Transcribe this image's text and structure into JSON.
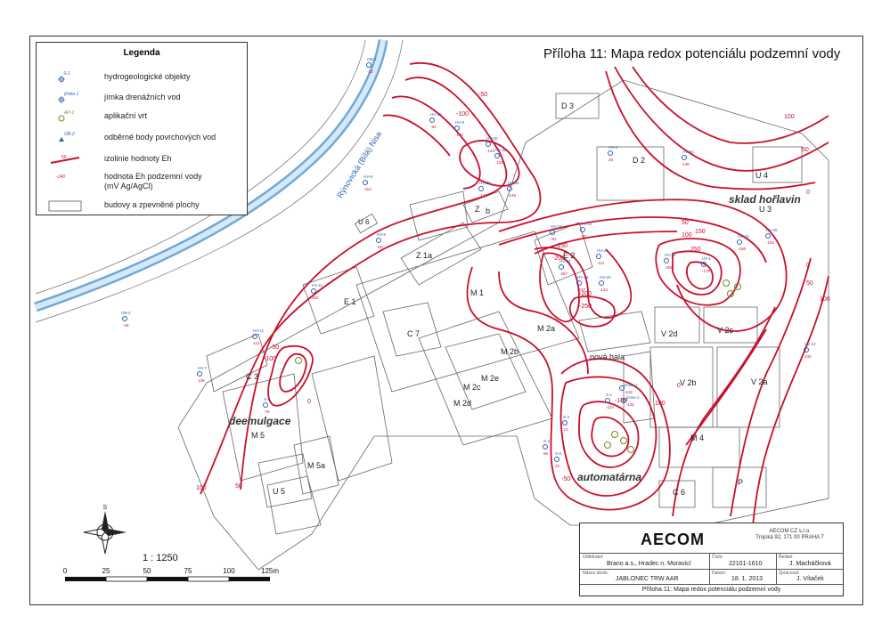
{
  "title": "Příloha 11: Mapa redox potenciálu podzemní vody",
  "legend": {
    "heading": "Legenda",
    "items": [
      {
        "symbol_label": "S-1",
        "text": "hydrogeologické objekty"
      },
      {
        "symbol_label": "jímka 1",
        "text": "jímka drenážních vod"
      },
      {
        "symbol_label": "AP-1",
        "text": "aplikační vrt"
      },
      {
        "symbol_label": "OB-2",
        "text": "odběrné body povrchových vod"
      },
      {
        "symbol_label": "50",
        "text": "izolinie hodnoty Eh"
      },
      {
        "symbol_label": "-140",
        "text": "hodnota Eh podzemní vody",
        "text2": "(mV Ag/AgCl)"
      },
      {
        "symbol_label": "",
        "text": "budovy a zpevněné plochy"
      }
    ]
  },
  "river_label": "Rýnovická (Bílá) Nisa",
  "buildings": [
    "D 3",
    "D 2",
    "U 4",
    "U 6",
    "Z 1a",
    "Z",
    "b",
    "E 2",
    "M 1",
    "E 1",
    "C 7",
    "M 2a",
    "V 2d",
    "V 2c",
    "M 2b",
    "M 2e",
    "M 2c",
    "M 2d",
    "nová hala",
    "V 2b",
    "V 2a",
    "C 3",
    "M 4",
    "M 5",
    "M 5a",
    "U 5",
    "C 6",
    "P",
    "U 3"
  ],
  "area_labels": [
    "sklad hořlavin",
    "deemulgace",
    "automatárna"
  ],
  "isolines": [
    "-50",
    "-100",
    "100",
    "50",
    "0",
    "50",
    "100",
    "150",
    "-150",
    "-200",
    "250",
    "-200",
    "-250",
    "0",
    "-50",
    "-100",
    "50",
    "100",
    "-50",
    "100",
    "0",
    "-100",
    "100",
    "50",
    "0"
  ],
  "wells": [
    {
      "name": "OB-1",
      "value": "-12"
    },
    {
      "name": "HV-10",
      "value": "-93"
    },
    {
      "name": "HV-9",
      "value": "-107"
    },
    {
      "name": "HV-30",
      "value": "-143"
    },
    {
      "name": "HV-32",
      "value": "-115"
    },
    {
      "name": "HV-8",
      "value": "-110"
    },
    {
      "name": "HV-29",
      "value": "-134"
    },
    {
      "name": "HV-26",
      "value": "-146"
    },
    {
      "name": "HV-4",
      "value": "25"
    },
    {
      "name": "HV-5C",
      "value": "139"
    },
    {
      "name": "HV-6",
      "value": "157"
    },
    {
      "name": "HV-11",
      "value": "102"
    },
    {
      "name": "OB-2",
      "value": "-16"
    },
    {
      "name": "HV-11",
      "value": "121"
    },
    {
      "name": "HV-7",
      "value": "139"
    },
    {
      "name": "HV-18",
      "value": "-91"
    },
    {
      "name": "HV-22",
      "value": "-92"
    },
    {
      "name": "HV-21",
      "value": "-111"
    },
    {
      "name": "HV-23",
      "value": "-267"
    },
    {
      "name": "HV-20",
      "value": "-134"
    },
    {
      "name": "HV-28",
      "value": "-237"
    },
    {
      "name": "HV-24",
      "value": "-186"
    },
    {
      "name": "HV-25",
      "value": "-152"
    },
    {
      "name": "HV-16",
      "value": "-208"
    },
    {
      "name": "HV-1",
      "value": "-179"
    },
    {
      "name": "HV-12",
      "value": "100"
    },
    {
      "name": "S-1",
      "value": "-124"
    },
    {
      "name": "S-3",
      "value": "13"
    },
    {
      "name": "S-4",
      "value": "86"
    },
    {
      "name": "S-5",
      "value": "22"
    },
    {
      "name": "jímka 1",
      "value": "-122"
    },
    {
      "name": "jímka 2",
      "value": "-131"
    },
    {
      "name": "S-2",
      "value": "-75"
    }
  ],
  "scale": {
    "text": "1 : 1250",
    "ticks": [
      "0",
      "25",
      "50",
      "75",
      "100",
      "125m"
    ]
  },
  "titleblock": {
    "logo": "AECOM",
    "company": "AECOM CZ s.r.o.",
    "address": "Trojská 92, 171 00  PRAHA 7",
    "objednatel_lbl": "Odběratel:",
    "objednatel": "Brano a.s., Hradec n. Moravicí",
    "cislo_lbl": "Číslo:",
    "cislo": "22101-1610",
    "resitel_lbl": "Řešitel:",
    "resitel": "J. Macháčková",
    "nazev_lbl": "Název úkolu:",
    "nazev": "JABLONEC TRW AAR",
    "datum_lbl": "Datum:",
    "datum": "18. 1. 2013",
    "zpracoval_lbl": "Zpracoval:",
    "zpracoval": "J. Vítaček",
    "caption": "Příloha 11: Mapa redox potenciálu podzemní vody"
  },
  "colors": {
    "isoline": "#c8102e",
    "river": "#6fa9d8",
    "well": "#2f5fb0",
    "application_well": "#6b8e23",
    "building_line": "#555555"
  }
}
